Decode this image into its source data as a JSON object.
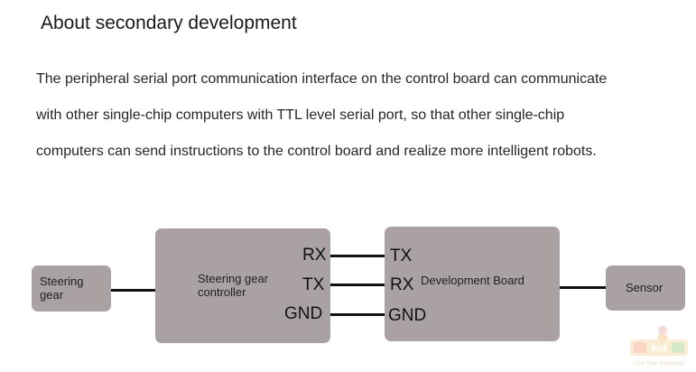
{
  "heading": "About secondary development",
  "paragraph_lines": [
    "The peripheral serial port communication interface on the control board can communicate",
    "with other single-chip computers with TTL level serial port, so that other single-chip",
    "computers can send instructions to the control board and realize more intelligent robots."
  ],
  "diagram": {
    "steering_gear": [
      "Steering",
      "gear"
    ],
    "controller": [
      "Steering gear",
      "controller"
    ],
    "controller_pins": [
      "RX",
      "TX",
      "GND"
    ],
    "dev_board": "Development Board",
    "dev_board_pins": [
      "TX",
      "RX",
      "GND"
    ],
    "sensor": "Sensor"
  },
  "colors": {
    "box": "#a9a1a2",
    "line": "#111111"
  },
  "watermark": {
    "logo_text": "kid",
    "tagline": "Live free and play!"
  }
}
